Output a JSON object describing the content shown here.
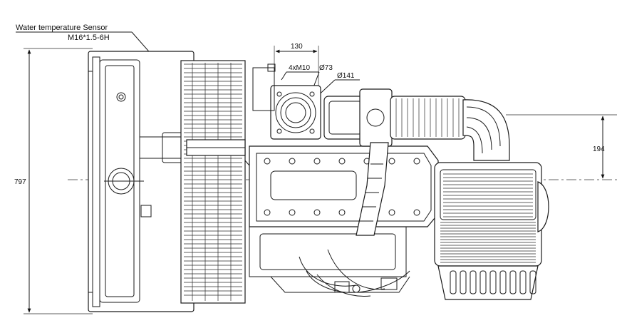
{
  "drawing": {
    "sensor_label": "Water temperature Sensor",
    "sensor_spec": "M16*1.5-6H",
    "dim_flange_width": "130",
    "dim_bolts": "4xM10",
    "dim_bore_diameter": "Ø73",
    "dim_pcd": "Ø141",
    "dim_overall_height": "797",
    "dim_centerline_offset": "194"
  }
}
